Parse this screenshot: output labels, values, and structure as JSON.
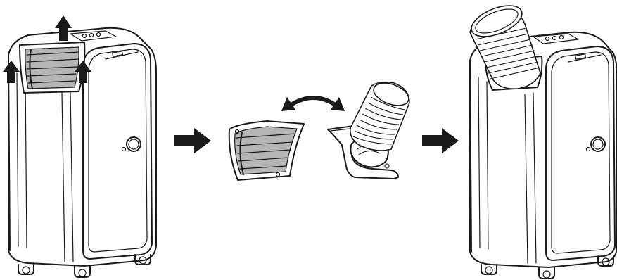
{
  "figure": {
    "steps": [
      {
        "id": "unit-with-grille",
        "icon": "air-conditioner-icon"
      },
      {
        "id": "swap-parts",
        "icon": "swap-arrow-icon"
      },
      {
        "id": "unit-with-hose",
        "icon": "air-conditioner-icon"
      }
    ],
    "colors": {
      "line": "#1a1a1a",
      "fill": "#ffffff",
      "vent_grey": "#b5b5b5"
    }
  }
}
